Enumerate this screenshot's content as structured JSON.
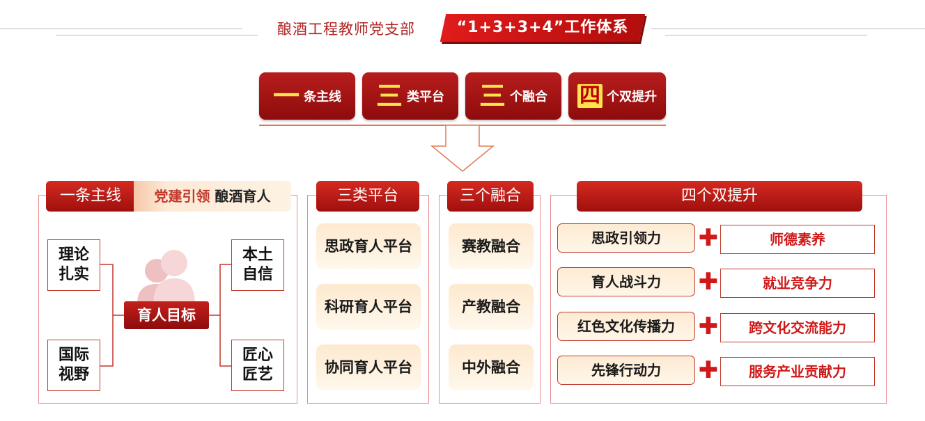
{
  "title": {
    "text": "酿酒工程教师党支部",
    "badge": "“1+3+3+4”工作体系"
  },
  "top_items": [
    {
      "big": "一",
      "small": "条主线"
    },
    {
      "big": "三",
      "small": "类平台"
    },
    {
      "big": "三",
      "small": "个融合"
    },
    {
      "big": "四",
      "small": "个双提升"
    }
  ],
  "section1": {
    "header": "一条主线",
    "sub_part1": "党建引领",
    "sub_part2": "酿酒育人",
    "goal": "育人目标",
    "boxes": {
      "top_left": [
        "理论",
        "扎实"
      ],
      "bottom_left": [
        "国际",
        "视野"
      ],
      "top_right": [
        "本土",
        "自信"
      ],
      "bottom_right": [
        "匠心",
        "匠艺"
      ]
    }
  },
  "section2": {
    "header": "三类平台",
    "items": [
      "思政育人平台",
      "科研育人平台",
      "协同育人平台"
    ]
  },
  "section3": {
    "header": "三个融合",
    "items": [
      "赛教融合",
      "产教融合",
      "中外融合"
    ]
  },
  "section4": {
    "header": "四个双提升",
    "rows": [
      {
        "left": "思政引领力",
        "right": "师德素养"
      },
      {
        "left": "育人战斗力",
        "right": "就业竞争力"
      },
      {
        "left": "红色文化传播力",
        "right": "跨文化交流能力"
      },
      {
        "left": "先锋行动力",
        "right": "服务产业贡献力"
      }
    ]
  },
  "colors": {
    "primary_red": "#b81d1d",
    "dark_red": "#8e0c0c",
    "accent_yellow": "#ffe44d",
    "cream": "#fde9cf"
  }
}
